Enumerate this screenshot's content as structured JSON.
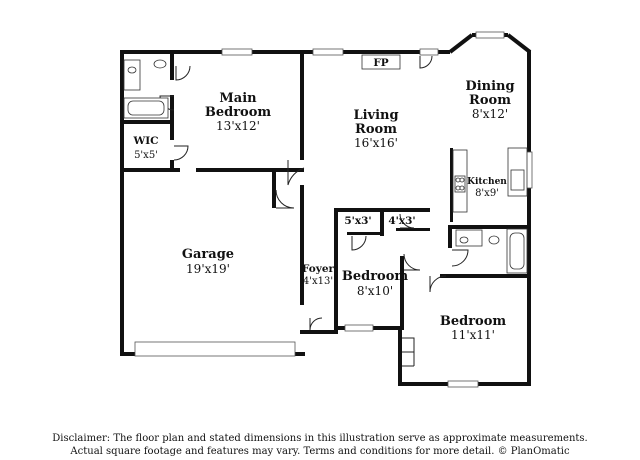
{
  "rooms": {
    "main_bedroom": {
      "name": "Main Bedroom",
      "line1": "Main",
      "line2": "Bedroom",
      "dims": "13'x12'"
    },
    "wic": {
      "name": "WIC",
      "dims": "5'x5'"
    },
    "living_room": {
      "line1": "Living",
      "line2": "Room",
      "dims": "16'x16'"
    },
    "fireplace": {
      "label": "FP"
    },
    "dining_room": {
      "line1": "Dining",
      "line2": "Room",
      "dims": "8'x12'"
    },
    "kitchen": {
      "name": "Kitchen",
      "dims": "8'x9'"
    },
    "garage": {
      "name": "Garage",
      "dims": "19'x19'"
    },
    "closet_a": {
      "dims": "5'x3'"
    },
    "closet_b": {
      "dims": "4'x3'"
    },
    "foyer": {
      "name": "Foyer",
      "dims": "4'x13'"
    },
    "bedroom_center": {
      "name": "Bedroom",
      "dims": "8'x10'"
    },
    "bedroom_right": {
      "name": "Bedroom",
      "dims": "11'x11'"
    }
  },
  "disclaimer": {
    "line1": "Disclaimer: The floor plan and stated dimensions in this illustration serve as approximate measurements.",
    "line2": "Actual square footage and features may vary. Terms and conditions for more detail. © PlanOmatic"
  }
}
